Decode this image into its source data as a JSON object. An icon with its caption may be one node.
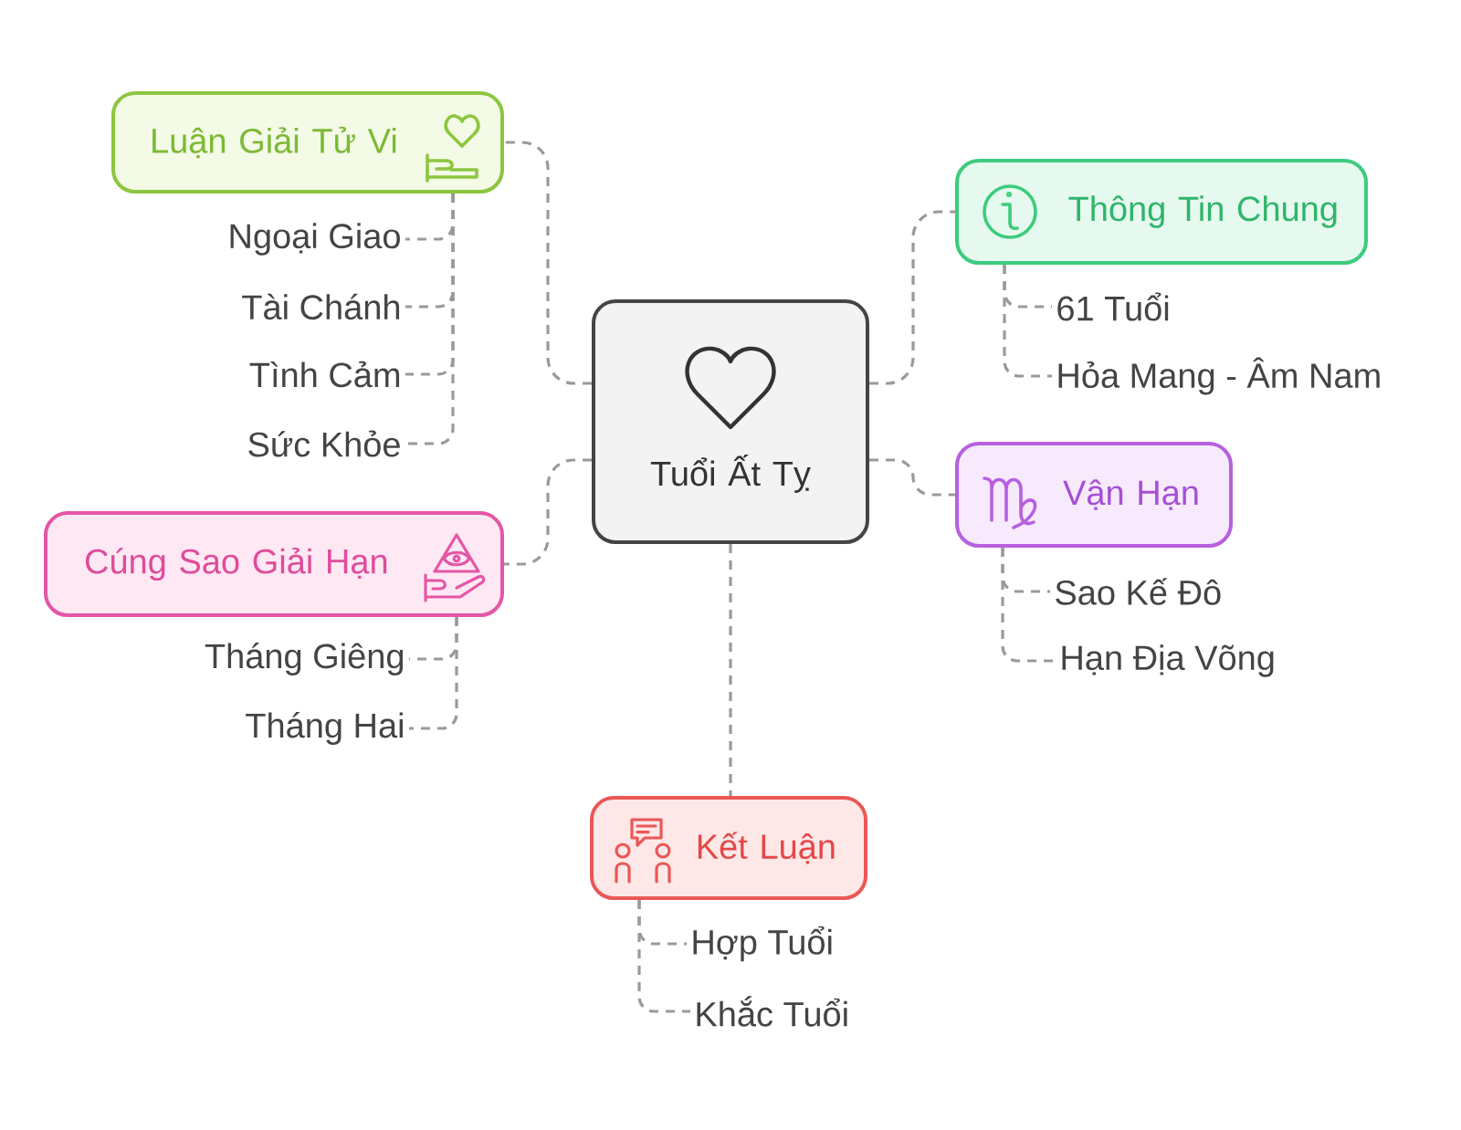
{
  "diagram": {
    "nodes": [
      {
        "text": [
          "Tuổi Ất Tỵ"
        ]
      },
      {
        "text": [
          "Luận Giải Tử Vi"
        ]
      },
      {
        "text": [
          "Ngoại Giao"
        ]
      },
      {
        "text": [
          "Tài Chánh"
        ]
      },
      {
        "text": [
          "Tình Cảm"
        ]
      },
      {
        "text": [
          "Sức Khỏe"
        ]
      },
      {
        "text": [
          "Thông Tin Chung"
        ]
      },
      {
        "text": [
          "61 Tuổi"
        ]
      },
      {
        "text": [
          "Hỏa Mang - Âm Nam"
        ]
      },
      {
        "text": [
          "Cúng Sao Giải Hạn"
        ]
      },
      {
        "text": [
          "Tháng Giêng"
        ]
      },
      {
        "text": [
          "Tháng Hai"
        ]
      },
      {
        "text": [
          "Vận Hạn"
        ]
      },
      {
        "text": [
          "Sao Kế Đô"
        ]
      },
      {
        "text": [
          "Hạn Địa Võng"
        ]
      },
      {
        "text": [
          "Kết Luận"
        ]
      },
      {
        "text": [
          "Hợp Tuổi"
        ]
      },
      {
        "text": [
          "Khắc Tuổi"
        ]
      }
    ],
    "edges": [
      {
        "from": 0,
        "to": 1,
        "arrow": "none",
        "style": "dashed"
      },
      {
        "from": 1,
        "to": 2,
        "arrow": "none",
        "style": "dashed"
      },
      {
        "from": 1,
        "to": 3,
        "arrow": "none",
        "style": "dashed"
      },
      {
        "from": 1,
        "to": 4,
        "arrow": "none",
        "style": "dashed"
      },
      {
        "from": 1,
        "to": 5,
        "arrow": "none",
        "style": "dashed"
      },
      {
        "from": 0,
        "to": 6,
        "arrow": "none",
        "style": "dashed"
      },
      {
        "from": 6,
        "to": 7,
        "arrow": "none",
        "style": "dashed"
      },
      {
        "from": 6,
        "to": 8,
        "arrow": "none",
        "style": "dashed"
      },
      {
        "from": 0,
        "to": 9,
        "arrow": "none",
        "style": "dashed"
      },
      {
        "from": 9,
        "to": 10,
        "arrow": "none",
        "style": "dashed"
      },
      {
        "from": 9,
        "to": 11,
        "arrow": "none",
        "style": "dashed"
      },
      {
        "from": 0,
        "to": 12,
        "arrow": "none",
        "style": "dashed"
      },
      {
        "from": 12,
        "to": 13,
        "arrow": "none",
        "style": "dashed"
      },
      {
        "from": 12,
        "to": 14,
        "arrow": "none",
        "style": "dashed"
      },
      {
        "from": 0,
        "to": 15,
        "arrow": "none",
        "style": "dashed"
      },
      {
        "from": 15,
        "to": 16,
        "arrow": "none",
        "style": "dashed"
      },
      {
        "from": 15,
        "to": 17,
        "arrow": "none",
        "style": "dashed"
      }
    ]
  }
}
